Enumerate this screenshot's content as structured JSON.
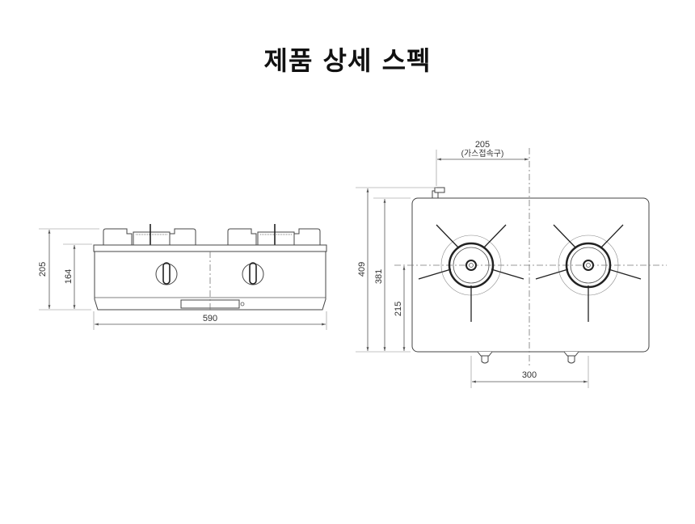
{
  "title": "제품 상세 스펙",
  "front_view": {
    "height_total": "205",
    "height_body": "164",
    "width": "590"
  },
  "top_view": {
    "gas_connector_offset": "205",
    "gas_connector_label": "(가스접속구)",
    "depth_total": "409",
    "depth_body": "381",
    "burner_center_depth": "215",
    "burner_spacing": "300"
  }
}
